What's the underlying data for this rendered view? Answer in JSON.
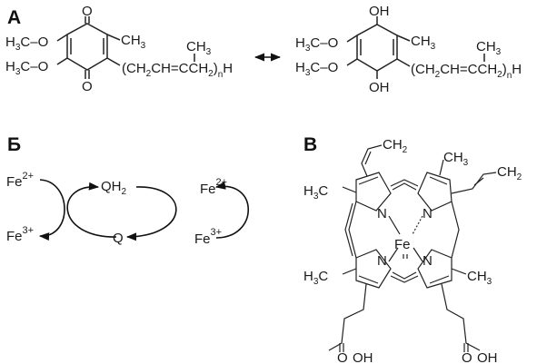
{
  "panels": {
    "a": "А",
    "b": "Б",
    "c": "В"
  },
  "panel_a": {
    "left": {
      "o_top": "O",
      "o_bottom": "O",
      "meo1_pre": "H",
      "meo1_sub": "3",
      "meo1_post": "C–O",
      "meo2_pre": "H",
      "meo2_sub": "3",
      "meo2_post": "C–O",
      "ch3_pre": "CH",
      "ch3_sub": "3",
      "side_ch3_pre": "CH",
      "side_ch3_sub": "3",
      "chain_a": "(CH",
      "chain_s1": "2",
      "chain_b": "CH=CCH",
      "chain_s2": "2",
      "chain_c": ")",
      "chain_n": "n",
      "chain_h": "H"
    },
    "right": {
      "oh_top": "OH",
      "oh_bottom": "OH",
      "meo1_pre": "H",
      "meo1_sub": "3",
      "meo1_post": "C–O",
      "meo2_pre": "H",
      "meo2_sub": "3",
      "meo2_post": "C–O",
      "ch3_pre": "CH",
      "ch3_sub": "3",
      "side_ch3_pre": "CH",
      "side_ch3_sub": "3",
      "chain_a": "(CH",
      "chain_s1": "2",
      "chain_b": "CH=CCH",
      "chain_s2": "2",
      "chain_c": ")",
      "chain_n": "n",
      "chain_h": "H"
    }
  },
  "panel_b": {
    "fe2_left": "Fe",
    "fe2_left_sup": "2+",
    "fe3_left": "Fe",
    "fe3_left_sup": "3+",
    "qh2": "QH",
    "qh2_sub": "2",
    "q": "Q",
    "fe2_right": "Fe",
    "fe2_right_sup": "2+",
    "fe3_right": "Fe",
    "fe3_right_sup": "3+"
  },
  "panel_c": {
    "vinyl1_pre": "CH",
    "vinyl1_sub": "2",
    "vinyl2_pre": "CH",
    "vinyl2_sub": "2",
    "me_top_pre": "CH",
    "me_top_sub": "3",
    "me_left_top_pre": "H",
    "me_left_top_sub": "3",
    "me_left_top_post": "C",
    "me_left_bot_pre": "H",
    "me_left_bot_sub": "3",
    "me_left_bot_post": "C",
    "me_right_bot_pre": "CH",
    "me_right_bot_sub": "3",
    "n1": "N",
    "n2": "N",
    "n3": "N",
    "n4": "N",
    "fe": "Fe",
    "acid_left_o": "O",
    "acid_left_oh": "OH",
    "acid_right_o": "O",
    "acid_right_oh": "OH"
  }
}
